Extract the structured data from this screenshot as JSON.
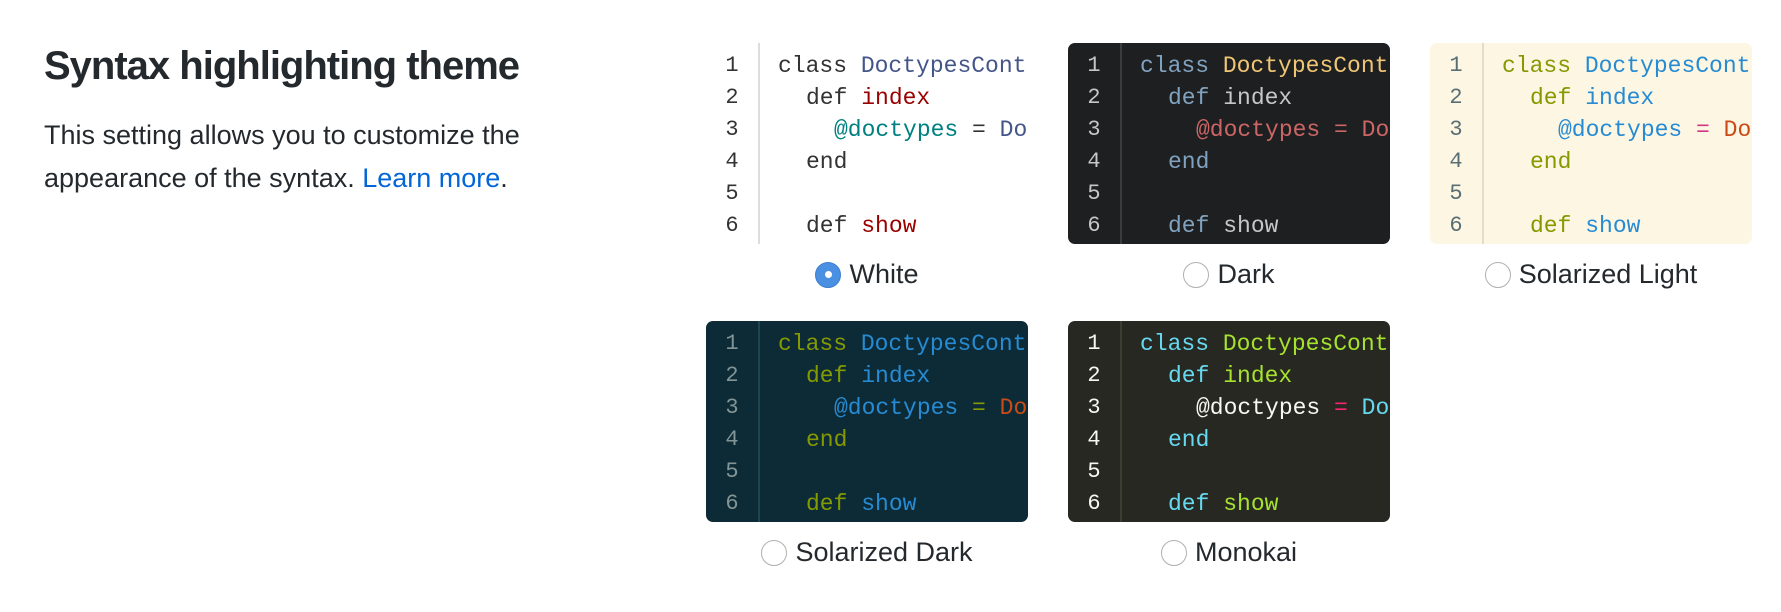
{
  "section": {
    "title": "Syntax highlighting theme",
    "description_before_link": "This setting allows you to customize the appearance of the syntax. ",
    "link_text": "Learn more",
    "description_after_link": "."
  },
  "code_sample": {
    "line_numbers": [
      "1",
      "2",
      "3",
      "4",
      "5",
      "6"
    ],
    "line1_keyword": "class ",
    "line1_class": "DoctypesCont",
    "line2_keyword": "def ",
    "line2_method": "index",
    "line3_ivar": "@doctypes",
    "line3_op": " = ",
    "line3_const": "Do",
    "line4_end": "end",
    "line6_keyword": "def ",
    "line6_method": "show"
  },
  "themes": [
    {
      "label": "White",
      "selected": true,
      "colors": {
        "bg": "#ffffff",
        "fg": "#333333",
        "lnum": "#333333",
        "gutter_border": "#dddddd",
        "kw": "#333333",
        "cls": "#445588",
        "fn": "#990000",
        "ivar": "#008080",
        "op": "#333333",
        "const": "#445588",
        "end": "#333333"
      }
    },
    {
      "label": "Dark",
      "selected": false,
      "colors": {
        "bg": "#1d1f21",
        "fg": "#c5c8c6",
        "lnum": "#c5c8c6",
        "gutter_border": "#3a3c3e",
        "kw": "#81a2be",
        "cls": "#f0c674",
        "fn": "#c5c8c6",
        "ivar": "#cc6666",
        "op": "#cc6666",
        "const": "#cc6666",
        "end": "#81a2be"
      }
    },
    {
      "label": "Solarized Light",
      "selected": false,
      "colors": {
        "bg": "#fdf6e3",
        "fg": "#657b83",
        "lnum": "#586e75",
        "gutter_border": "#e2dcc8",
        "kw": "#859900",
        "cls": "#268bd2",
        "fn": "#268bd2",
        "ivar": "#268bd2",
        "op": "#d33682",
        "const": "#cb4b16",
        "end": "#859900"
      }
    },
    {
      "label": "Solarized Dark",
      "selected": false,
      "colors": {
        "bg": "#0d2b36",
        "fg": "#839496",
        "lnum": "#839496",
        "gutter_border": "#1f4452",
        "kw": "#859900",
        "cls": "#268bd2",
        "fn": "#268bd2",
        "ivar": "#268bd2",
        "op": "#859900",
        "const": "#cb4b16",
        "end": "#859900"
      }
    },
    {
      "label": "Monokai",
      "selected": false,
      "colors": {
        "bg": "#272822",
        "fg": "#f8f8f2",
        "lnum": "#f8f8f2",
        "gutter_border": "#3e3d32",
        "kw": "#66d9ef",
        "cls": "#a6e22e",
        "fn": "#a6e22e",
        "ivar": "#f8f8f2",
        "op": "#f92672",
        "const": "#66d9ef",
        "end": "#66d9ef"
      }
    }
  ],
  "accent_color": "#4a90e2",
  "link_color": "#0366d6"
}
